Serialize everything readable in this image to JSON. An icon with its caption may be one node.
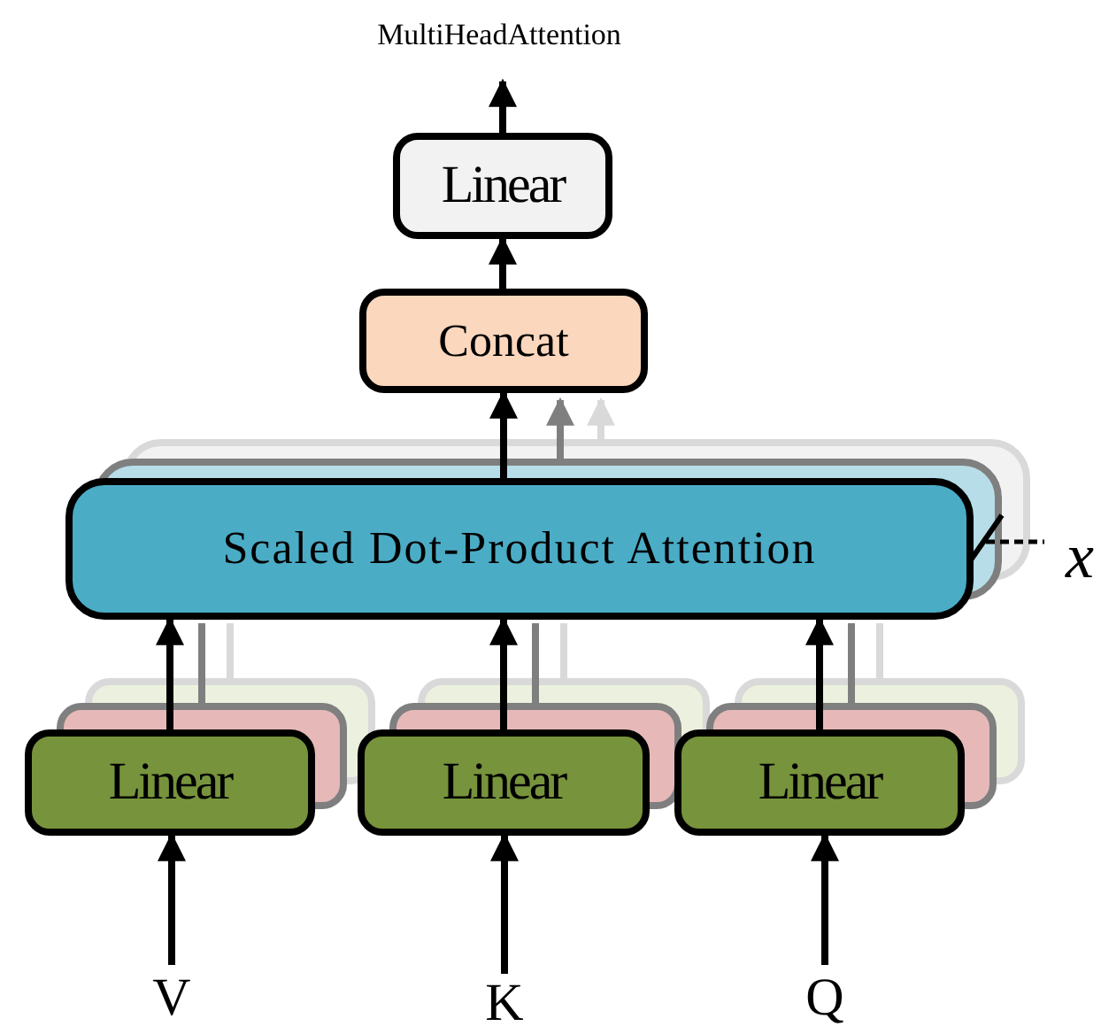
{
  "diagram": {
    "nodes": [
      {
        "text": [
          "MultiHeadAttention"
        ]
      },
      {
        "text": [
          "Linear"
        ]
      },
      {
        "text": [
          "Concat"
        ]
      },
      {
        "text": [
          "Scaled Dot-Product Attention"
        ]
      },
      {
        "text": [
          "Linear"
        ]
      },
      {
        "text": [
          "Linear"
        ]
      },
      {
        "text": [
          "Linear"
        ]
      },
      {
        "text": [
          "V"
        ]
      },
      {
        "text": [
          "K"
        ]
      },
      {
        "text": [
          "Q"
        ]
      }
    ],
    "edges": [
      {
        "from": 1,
        "to": 0,
        "arrow": "to"
      },
      {
        "from": 2,
        "to": 1,
        "arrow": "to"
      },
      {
        "from": 3,
        "to": 2,
        "arrow": "to"
      },
      {
        "from": 4,
        "to": 3,
        "arrow": "to"
      },
      {
        "from": 5,
        "to": 3,
        "arrow": "to"
      },
      {
        "from": 6,
        "to": 3,
        "arrow": "to"
      },
      {
        "from": 7,
        "to": 4,
        "arrow": "to"
      },
      {
        "from": 8,
        "to": 5,
        "arrow": "to"
      },
      {
        "from": 9,
        "to": 6,
        "arrow": "to"
      }
    ],
    "labels": [
      "x"
    ]
  }
}
